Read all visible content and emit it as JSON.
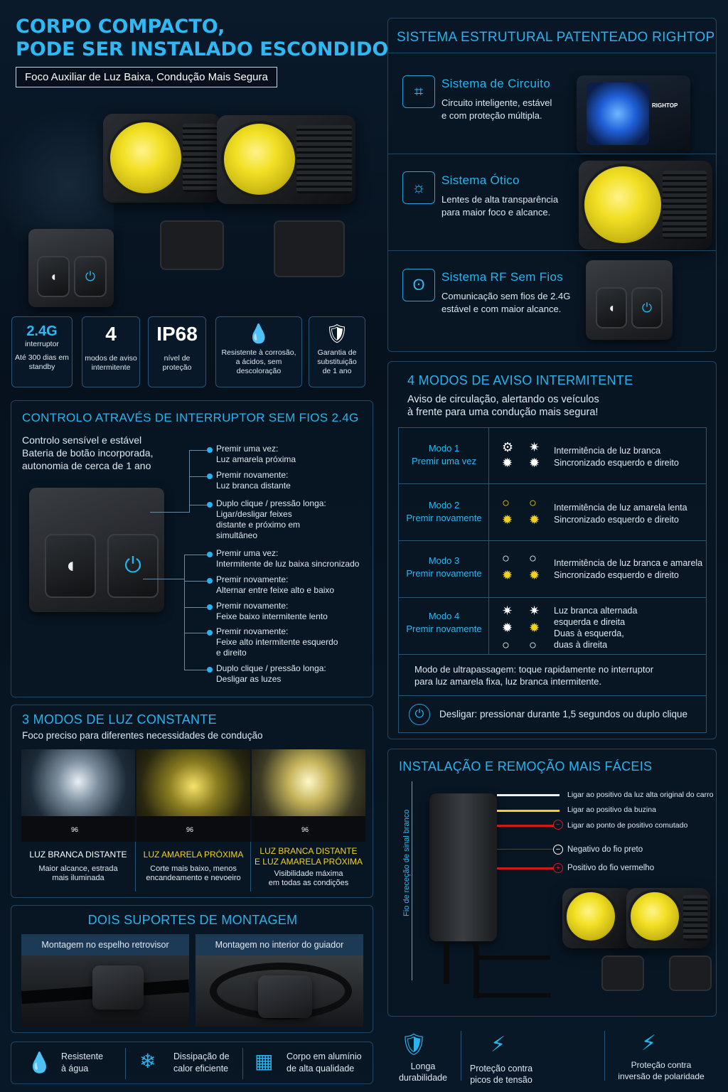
{
  "hero": {
    "title_line1": "CORPO COMPACTO,",
    "title_line2": "PODE SER INSTALADO ESCONDIDO",
    "subtitle": "Foco Auxiliar de Luz Baixa, Condução Mais Segura"
  },
  "specs": [
    {
      "big": "2.4G",
      "sub": "interruptor",
      "desc": "Até 300 dias em standby"
    },
    {
      "big": "4",
      "desc": "modos de aviso intermitente"
    },
    {
      "big": "IP68",
      "desc": "nível de proteção"
    },
    {
      "icon": "drop-icon",
      "desc": "Resistente à corrosão, a ácidos, sem descoloração"
    },
    {
      "icon": "shield-check-icon",
      "desc": "Garantia de substituição de 1 ano"
    }
  ],
  "structure": {
    "title": "SISTEMA ESTRUTURAL PATENTEADO RIGHTOP",
    "brand": "RIGHTOP",
    "items": [
      {
        "title": "Sistema de Circuito",
        "desc1": "Circuito inteligente, estável",
        "desc2": "e com proteção múltipla."
      },
      {
        "title": "Sistema Ótico",
        "desc1": "Lentes de alta transparência",
        "desc2": "para maior foco e alcance."
      },
      {
        "title": "Sistema RF Sem Fios",
        "desc1": "Comunicação sem fios de 2.4G",
        "desc2": "estável e com maior alcance."
      }
    ]
  },
  "wireless": {
    "title": "CONTROLO ATRAVÉS DE INTERRUPTOR SEM FIOS 2.4G",
    "intro1": "Controlo sensível e estável",
    "intro2": "Bateria de botão incorporada,",
    "intro3": "autonomia de cerca de 1 ano",
    "left_items": [
      {
        "t": "Premir uma vez:",
        "d": "Luz amarela próxima"
      },
      {
        "t": "Premir novamente:",
        "d": "Luz branca distante"
      },
      {
        "t": "Duplo clique / pressão longa:",
        "d": "Ligar/desligar feixes",
        "d2": "distante e próximo em",
        "d3": "simultâneo"
      }
    ],
    "right_items": [
      {
        "t": "Premir uma vez:",
        "d": "Intermitente de luz baixa sincronizado"
      },
      {
        "t": "Premir novamente:",
        "d": "Alternar entre feixe alto e baixo"
      },
      {
        "t": "Premir novamente:",
        "d": "Feixe baixo intermitente lento"
      },
      {
        "t": "Premir novamente:",
        "d": "Feixe alto intermitente esquerdo",
        "d2": "e direito"
      },
      {
        "t": "Duplo clique / pressão longa:",
        "d": "Desligar as luzes"
      }
    ]
  },
  "modes": {
    "title": "4 MODOS DE AVISO INTERMITENTE",
    "intro1": "Aviso de circulação, alertando os veículos",
    "intro2": "à frente para uma condução mais segura!",
    "rows": [
      {
        "name": "Modo 1",
        "action": "Premir uma vez",
        "l1": "Intermitência de luz branca",
        "l2": "Sincronizado esquerdo e direito"
      },
      {
        "name": "Modo 2",
        "action": "Premir novamente",
        "l1": "Intermitência de luz amarela lenta",
        "l2": "Sincronizado esquerdo e direito"
      },
      {
        "name": "Modo 3",
        "action": "Premir novamente",
        "l1": "Intermitência de luz branca e amarela",
        "l2": "Sincronizado esquerdo e direito"
      },
      {
        "name": "Modo 4",
        "action": "Premir novamente",
        "l1": "Luz branca alternada",
        "l2": "esquerda e direita",
        "l3": "Duas à esquerda,",
        "l4": "duas à direita"
      }
    ],
    "overtake1": "Modo de ultrapassagem: toque rapidamente no interruptor",
    "overtake2": "para luz amarela fixa, luz branca intermitente.",
    "off": "Desligar: pressionar durante 1,5 segundos ou duplo clique"
  },
  "constant": {
    "title": "3 MODOS DE LUZ CONSTANTE",
    "intro": "Foco preciso para diferentes necessidades de condução",
    "items": [
      {
        "name": "LUZ BRANCA DISTANTE",
        "d1": "Maior alcance, estrada",
        "d2": "mais iluminada"
      },
      {
        "name": "LUZ AMARELA PRÓXIMA",
        "d1": "Corte mais baixo, menos",
        "d2": "encandeamento e nevoeiro"
      },
      {
        "name": "LUZ BRANCA DISTANTE",
        "name2": "E LUZ AMARELA PRÓXIMA",
        "d1": "Visibilidade máxima",
        "d2": "em todas as condições"
      }
    ],
    "speedo": "96"
  },
  "mount": {
    "title": "DOIS SUPORTES DE MONTAGEM",
    "left": "Montagem no espelho retrovisor",
    "right": "Montagem no interior do guiador"
  },
  "install": {
    "title": "INSTALAÇÃO E REMOÇÃO MAIS FÁCEIS",
    "vertical": "Fio de receção de sinal branco",
    "wires": [
      "Ligar ao positivo da luz alta original do carro",
      "Ligar ao positivo da buzina",
      "Ligar ao ponto de positivo comutado",
      "Negativo do fio preto",
      "Positivo do fio vermelho"
    ]
  },
  "features_left": [
    {
      "icon": "water-drop-icon",
      "l1": "Resistente",
      "l2": "à água"
    },
    {
      "icon": "cooling-icon",
      "l1": "Dissipação de",
      "l2": "calor eficiente"
    },
    {
      "icon": "aluminum-block-icon",
      "l1": "Corpo em alumínio",
      "l2": "de alta qualidade"
    }
  ],
  "features_right": [
    {
      "icon": "shield-icon",
      "l1": "Longa",
      "l2": "durabilidade"
    },
    {
      "icon": "lightning-icon",
      "l1": "Proteção contra",
      "l2": "picos de tensão"
    },
    {
      "icon": "polarity-icon",
      "l1": "Proteção contra",
      "l2": "inversão de polaridade"
    }
  ],
  "colors": {
    "accent": "#27b4ee",
    "yellow": "#f2d21c",
    "panel_border": "#1e4666"
  }
}
